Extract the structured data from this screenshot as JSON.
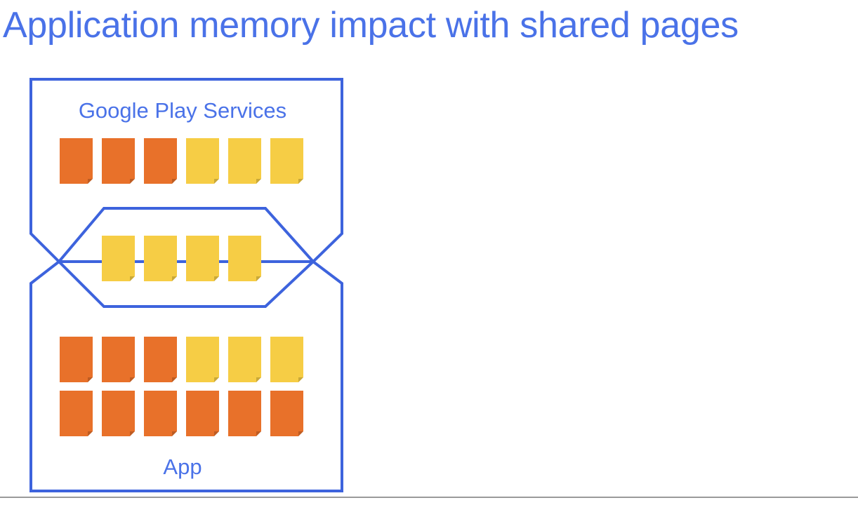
{
  "title": "Application memory impact with shared pages",
  "colors": {
    "title": "#4a72e8",
    "outline": "#3d63dd",
    "label": "#4a72e8",
    "private_page": "#e8712a",
    "shared_page": "#f6cd45"
  },
  "diagram": {
    "top_process": {
      "label": "Google Play Services",
      "pages": [
        "private",
        "private",
        "private",
        "shared",
        "shared",
        "shared"
      ]
    },
    "shared_region": {
      "pages": [
        "shared",
        "shared",
        "shared",
        "shared"
      ]
    },
    "bottom_process": {
      "label": "App",
      "page_rows": [
        [
          "private",
          "private",
          "private",
          "shared",
          "shared",
          "shared"
        ],
        [
          "private",
          "private",
          "private",
          "private",
          "private",
          "private"
        ]
      ]
    }
  }
}
